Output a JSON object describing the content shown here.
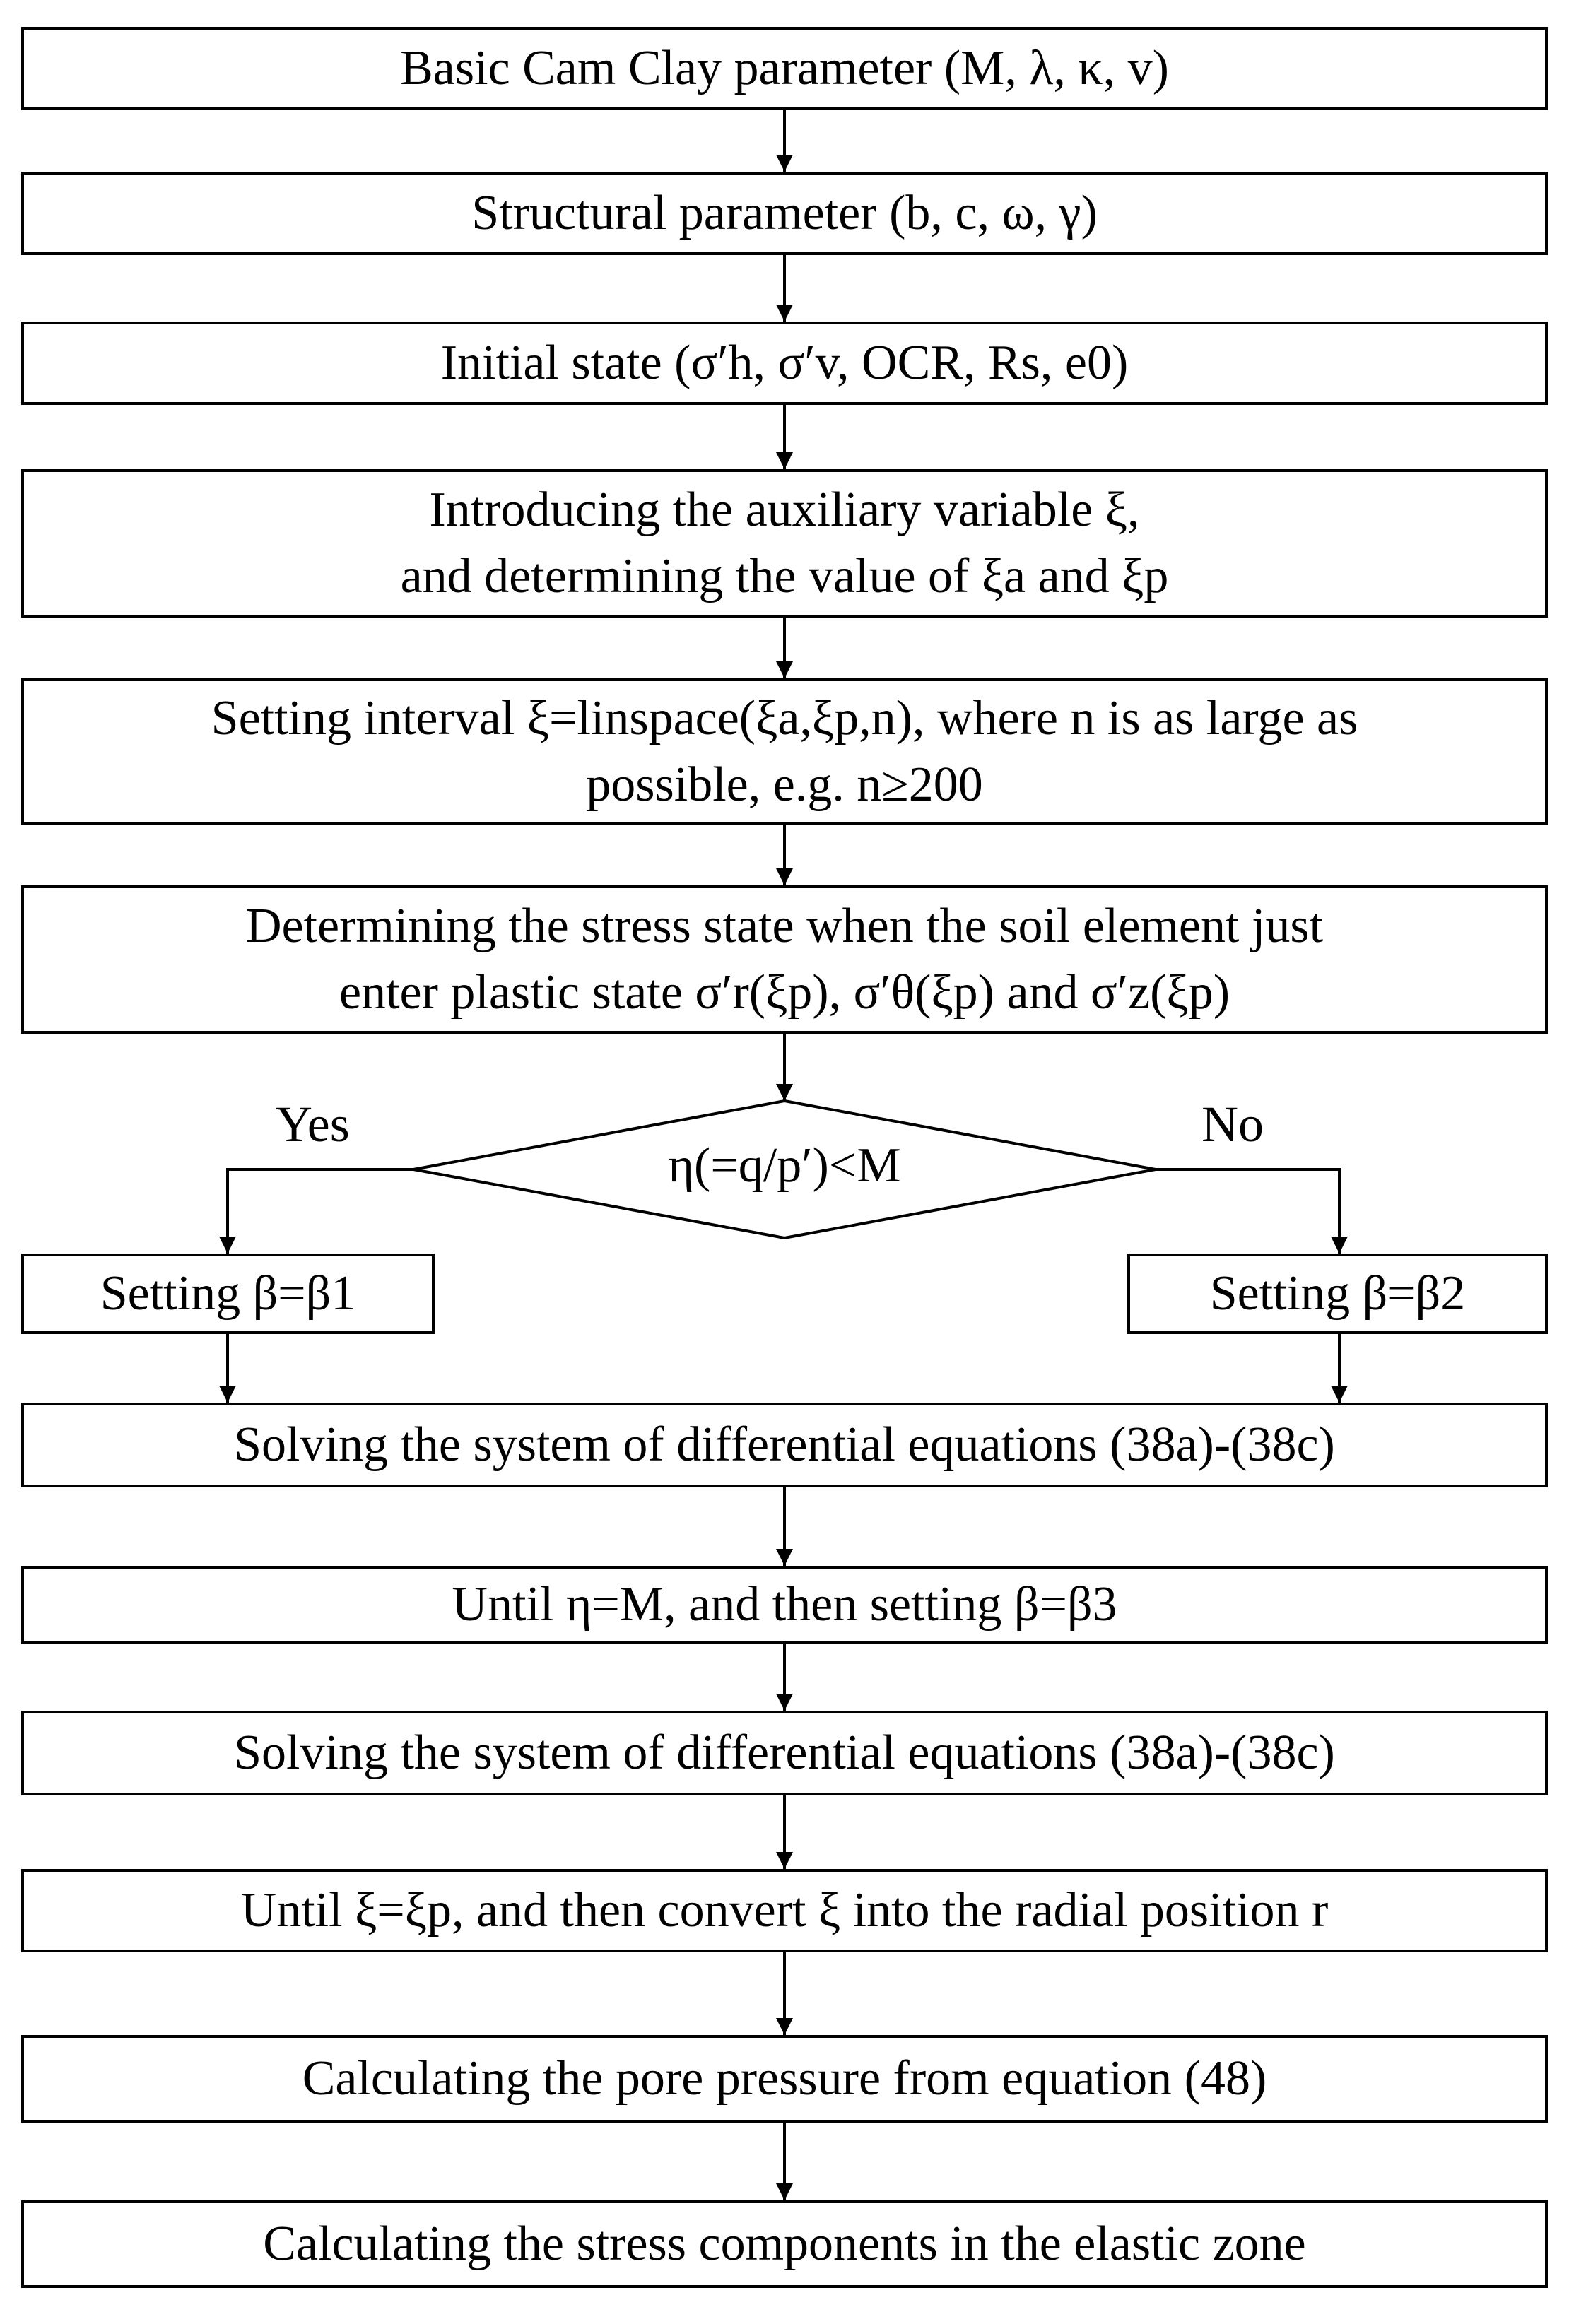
{
  "steps": {
    "s1": "Basic Cam Clay parameter (M, λ, κ, v)",
    "s2": "Structural parameter (b, c, ω, γ)",
    "s3": "Initial state (σ′h, σ′v, OCR, Rs, e0)",
    "s4_line1": "Introducing the auxiliary variable ξ,",
    "s4_line2": "and determining the value of ξa and ξp",
    "s5_line1": "Setting interval ξ=linspace(ξa,ξp,n), where n is as large as",
    "s5_line2": "possible, e.g. n≥200",
    "s6_line1": "Determining the stress state when the soil element just",
    "s6_line2": "enter plastic state σ′r(ξp), σ′θ(ξp) and σ′z(ξp)",
    "decision": "η(=q/p′)<M",
    "yes": "Yes",
    "no": "No",
    "left_branch": "Setting β=β1",
    "right_branch": "Setting β=β2",
    "s7": "Solving the system of differential equations (38a)-(38c)",
    "s8": "Until η=M, and then setting β=β3",
    "s9": "Solving the system of differential equations (38a)-(38c)",
    "s10": "Until ξ=ξp, and then convert ξ into the radial position r",
    "s11": "Calculating the pore pressure from equation (48)",
    "s12": "Calculating the stress components in the elastic zone"
  }
}
